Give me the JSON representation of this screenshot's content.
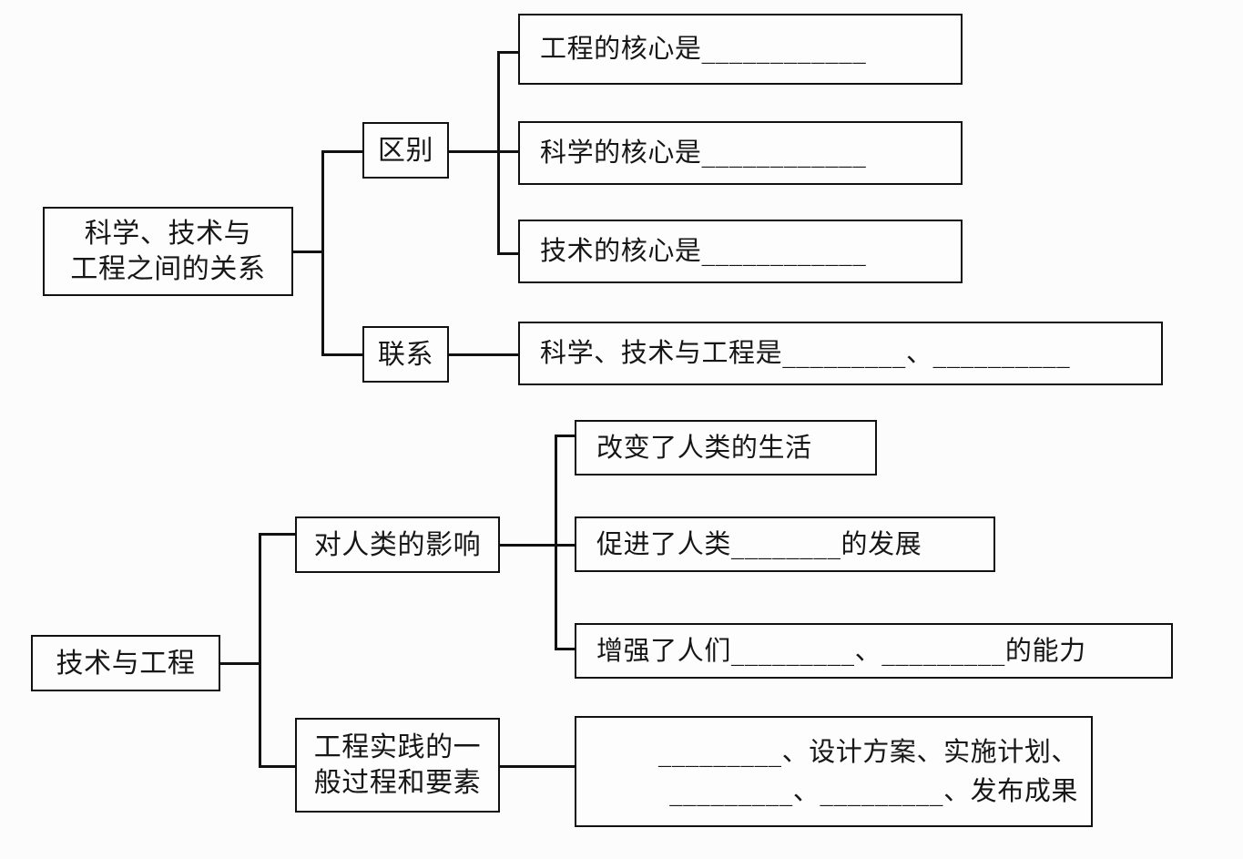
{
  "diagram": {
    "type": "mind-map",
    "title_text": "",
    "style": {
      "background": "#fcfcfc",
      "line_color": "#111111",
      "box_border": "#111111",
      "text_color": "#161616"
    },
    "sections": [
      {
        "id": "section-upper",
        "root": {
          "id": "root-1",
          "label": "科学、技术与\n工程之间的关系"
        },
        "branches": [
          {
            "id": "branch-qubie",
            "label": "区别",
            "leaves": [
              {
                "id": "leaf-gongcheng-hexin",
                "label": "工程的核心是____________"
              },
              {
                "id": "leaf-kexue-hexin",
                "label": "科学的核心是____________"
              },
              {
                "id": "leaf-jishu-hexin",
                "label": "技术的核心是____________"
              }
            ]
          },
          {
            "id": "branch-lianxi",
            "label": "联系",
            "leaves": [
              {
                "id": "leaf-lianxi-1",
                "label": "科学、技术与工程是_________、__________"
              }
            ]
          }
        ]
      },
      {
        "id": "section-lower",
        "root": {
          "id": "root-2",
          "label": "技术与工程"
        },
        "branches": [
          {
            "id": "branch-yingxiang",
            "label": "对人类的影响",
            "leaves": [
              {
                "id": "leaf-shenghuo",
                "label": "改变了人类的生活"
              },
              {
                "id": "leaf-fazhan",
                "label": "促进了人类________的发展"
              },
              {
                "id": "leaf-nengli",
                "label": "增强了人们_________、_________的能力"
              }
            ]
          },
          {
            "id": "branch-shijian",
            "label": "工程实践的一\n般过程和要素",
            "leaves": [
              {
                "id": "leaf-yaosu",
                "label": "_________、设计方案、实施计划、\n_________、_________、发布成果"
              }
            ]
          }
        ]
      }
    ]
  }
}
